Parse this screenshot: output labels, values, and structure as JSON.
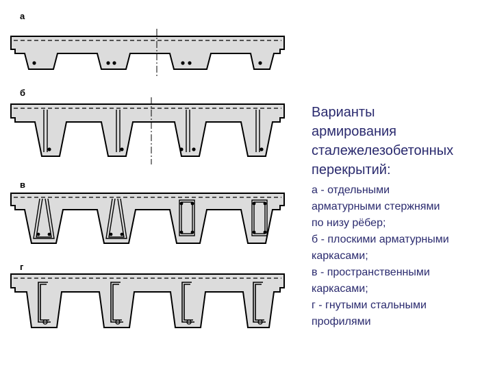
{
  "figure": {
    "labels": [
      "а",
      "б",
      "в",
      "г"
    ]
  },
  "caption": {
    "title_lines": [
      "Варианты",
      "армирования",
      "сталежелезобетонных",
      "перекрытий:"
    ],
    "items": [
      "а - отдельными",
      "арматурными стержнями",
      "по низу рёбер;",
      "б - плоскими арматурными",
      "каркасами;",
      "в - пространственными",
      "каркасами;",
      "г - гнутыми стальными",
      "профилями"
    ]
  }
}
